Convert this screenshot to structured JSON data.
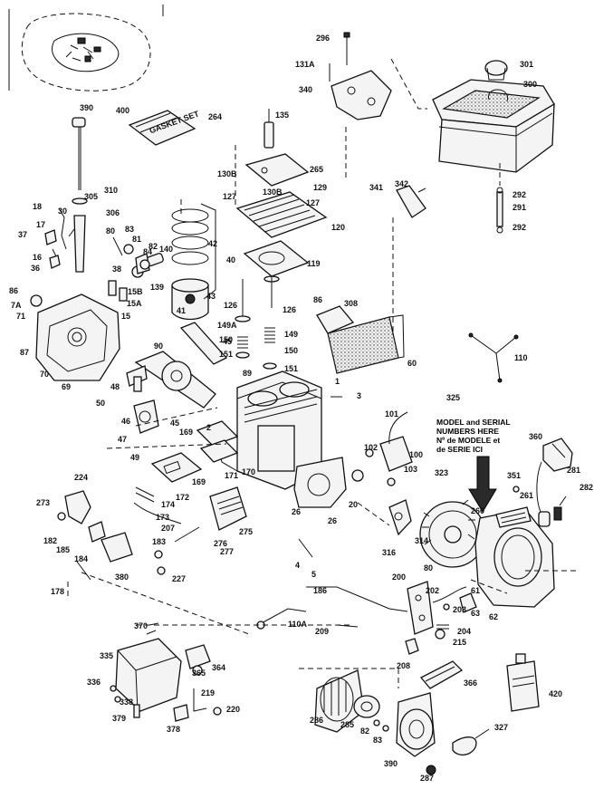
{
  "diagram": {
    "labels": [
      {
        "id": "296",
        "text": "296"
      },
      {
        "id": "131A",
        "text": "131A"
      },
      {
        "id": "340",
        "text": "340"
      },
      {
        "id": "301",
        "text": "301"
      },
      {
        "id": "300",
        "text": "300"
      },
      {
        "id": "390t",
        "text": "390"
      },
      {
        "id": "400",
        "text": "400"
      },
      {
        "id": "264",
        "text": "264"
      },
      {
        "id": "135",
        "text": "135"
      },
      {
        "id": "265",
        "text": "265"
      },
      {
        "id": "130B",
        "text": "130B"
      },
      {
        "id": "129",
        "text": "129"
      },
      {
        "id": "130B2",
        "text": "130B"
      },
      {
        "id": "127",
        "text": "127"
      },
      {
        "id": "127b",
        "text": "127"
      },
      {
        "id": "120",
        "text": "120"
      },
      {
        "id": "119",
        "text": "119"
      },
      {
        "id": "310",
        "text": "310"
      },
      {
        "id": "305",
        "text": "305"
      },
      {
        "id": "306",
        "text": "306"
      },
      {
        "id": "18",
        "text": "18"
      },
      {
        "id": "30",
        "text": "30"
      },
      {
        "id": "17",
        "text": "17"
      },
      {
        "id": "37",
        "text": "37"
      },
      {
        "id": "16",
        "text": "16"
      },
      {
        "id": "36",
        "text": "36"
      },
      {
        "id": "86",
        "text": "86"
      },
      {
        "id": "7A",
        "text": "7A"
      },
      {
        "id": "71",
        "text": "71"
      },
      {
        "id": "87",
        "text": "87"
      },
      {
        "id": "70",
        "text": "70"
      },
      {
        "id": "69",
        "text": "69"
      },
      {
        "id": "80",
        "text": "80"
      },
      {
        "id": "83",
        "text": "83"
      },
      {
        "id": "81",
        "text": "81"
      },
      {
        "id": "84",
        "text": "84"
      },
      {
        "id": "82",
        "text": "82"
      },
      {
        "id": "140",
        "text": "140"
      },
      {
        "id": "38",
        "text": "38"
      },
      {
        "id": "15B",
        "text": "15B"
      },
      {
        "id": "15A",
        "text": "15A"
      },
      {
        "id": "15",
        "text": "15"
      },
      {
        "id": "139",
        "text": "139"
      },
      {
        "id": "42",
        "text": "42"
      },
      {
        "id": "40",
        "text": "40"
      },
      {
        "id": "43",
        "text": "43"
      },
      {
        "id": "41",
        "text": "41"
      },
      {
        "id": "126",
        "text": "126"
      },
      {
        "id": "126b",
        "text": "126"
      },
      {
        "id": "149A",
        "text": "149A"
      },
      {
        "id": "150",
        "text": "150"
      },
      {
        "id": "151",
        "text": "151"
      },
      {
        "id": "149",
        "text": "149"
      },
      {
        "id": "150b",
        "text": "150"
      },
      {
        "id": "151b",
        "text": "151"
      },
      {
        "id": "45",
        "text": "45"
      },
      {
        "id": "90",
        "text": "90"
      },
      {
        "id": "89",
        "text": "89"
      },
      {
        "id": "48",
        "text": "48"
      },
      {
        "id": "1",
        "text": "1"
      },
      {
        "id": "3",
        "text": "3"
      },
      {
        "id": "50",
        "text": "50"
      },
      {
        "id": "46",
        "text": "46"
      },
      {
        "id": "45b",
        "text": "45"
      },
      {
        "id": "47",
        "text": "47"
      },
      {
        "id": "49",
        "text": "49"
      },
      {
        "id": "2",
        "text": "2"
      },
      {
        "id": "169",
        "text": "169"
      },
      {
        "id": "171",
        "text": "171"
      },
      {
        "id": "170",
        "text": "170"
      },
      {
        "id": "169b",
        "text": "169"
      },
      {
        "id": "172",
        "text": "172"
      },
      {
        "id": "174",
        "text": "174"
      },
      {
        "id": "173",
        "text": "173"
      },
      {
        "id": "341",
        "text": "341"
      },
      {
        "id": "342",
        "text": "342"
      },
      {
        "id": "292",
        "text": "292"
      },
      {
        "id": "291",
        "text": "291"
      },
      {
        "id": "292b",
        "text": "292"
      },
      {
        "id": "308",
        "text": "308"
      },
      {
        "id": "86b",
        "text": "86"
      },
      {
        "id": "60",
        "text": "60"
      },
      {
        "id": "110",
        "text": "110"
      },
      {
        "id": "325",
        "text": "325"
      },
      {
        "id": "101",
        "text": "101"
      },
      {
        "id": "102",
        "text": "102"
      },
      {
        "id": "100",
        "text": "100"
      },
      {
        "id": "103",
        "text": "103"
      },
      {
        "id": "323",
        "text": "323"
      },
      {
        "id": "360",
        "text": "360"
      },
      {
        "id": "351",
        "text": "351"
      },
      {
        "id": "261",
        "text": "261"
      },
      {
        "id": "281",
        "text": "281"
      },
      {
        "id": "282",
        "text": "282"
      },
      {
        "id": "260",
        "text": "260"
      },
      {
        "id": "224",
        "text": "224"
      },
      {
        "id": "26",
        "text": "26"
      },
      {
        "id": "26b",
        "text": "26"
      },
      {
        "id": "20",
        "text": "20"
      },
      {
        "id": "273",
        "text": "273"
      },
      {
        "id": "182",
        "text": "182"
      },
      {
        "id": "185",
        "text": "185"
      },
      {
        "id": "207",
        "text": "207"
      },
      {
        "id": "275",
        "text": "275"
      },
      {
        "id": "276",
        "text": "276"
      },
      {
        "id": "277",
        "text": "277"
      },
      {
        "id": "183",
        "text": "183"
      },
      {
        "id": "184",
        "text": "184"
      },
      {
        "id": "380",
        "text": "380"
      },
      {
        "id": "227",
        "text": "227"
      },
      {
        "id": "178",
        "text": "178"
      },
      {
        "id": "4",
        "text": "4"
      },
      {
        "id": "5",
        "text": "5"
      },
      {
        "id": "316",
        "text": "316"
      },
      {
        "id": "314",
        "text": "314"
      },
      {
        "id": "80b",
        "text": "80"
      },
      {
        "id": "200",
        "text": "200"
      },
      {
        "id": "202",
        "text": "202"
      },
      {
        "id": "61",
        "text": "61"
      },
      {
        "id": "203",
        "text": "203"
      },
      {
        "id": "63",
        "text": "63"
      },
      {
        "id": "62",
        "text": "62"
      },
      {
        "id": "186",
        "text": "186"
      },
      {
        "id": "110A",
        "text": "110A"
      },
      {
        "id": "209",
        "text": "209"
      },
      {
        "id": "204",
        "text": "204"
      },
      {
        "id": "215",
        "text": "215"
      },
      {
        "id": "208",
        "text": "208"
      },
      {
        "id": "370",
        "text": "370"
      },
      {
        "id": "335",
        "text": "335"
      },
      {
        "id": "365",
        "text": "365"
      },
      {
        "id": "364",
        "text": "364"
      },
      {
        "id": "336",
        "text": "336"
      },
      {
        "id": "338",
        "text": "338"
      },
      {
        "id": "379",
        "text": "379"
      },
      {
        "id": "378",
        "text": "378"
      },
      {
        "id": "219",
        "text": "219"
      },
      {
        "id": "220",
        "text": "220"
      },
      {
        "id": "366",
        "text": "366"
      },
      {
        "id": "420",
        "text": "420"
      },
      {
        "id": "286",
        "text": "286"
      },
      {
        "id": "285",
        "text": "285"
      },
      {
        "id": "82b",
        "text": "82"
      },
      {
        "id": "83b",
        "text": "83"
      },
      {
        "id": "327",
        "text": "327"
      },
      {
        "id": "390",
        "text": "390"
      },
      {
        "id": "287",
        "text": "287"
      }
    ],
    "note_lines": [
      "MODEL and SERIAL",
      "NUMBERS HERE",
      "Nº de MODELE et",
      "de SERIE ICI"
    ],
    "manual_cover_text": "GASKET SET"
  }
}
